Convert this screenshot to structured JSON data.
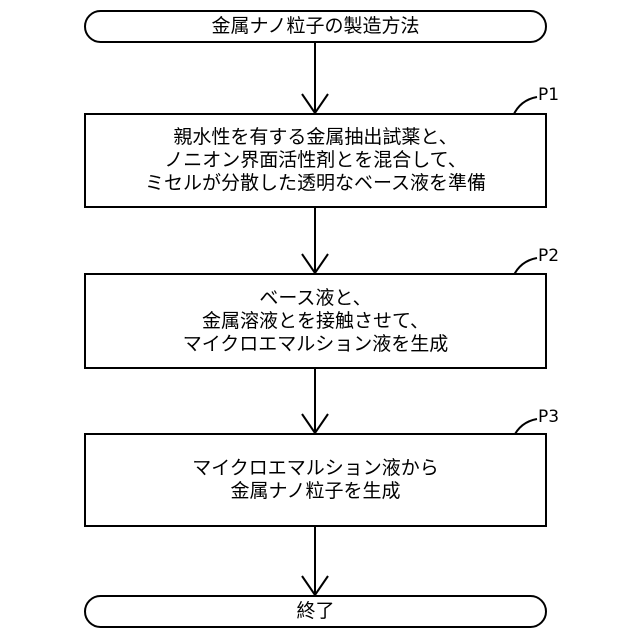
{
  "start": {
    "label": "金属ナノ粒子の製造方法"
  },
  "steps": [
    {
      "id": "P1",
      "lines": [
        "親水性を有する金属抽出試薬と、",
        "ノニオン界面活性剤とを混合して、",
        "ミセルが分散した透明なベース液を準備"
      ]
    },
    {
      "id": "P2",
      "lines": [
        "ベース液と、",
        "金属溶液とを接触させて、",
        "マイクロエマルション液を生成"
      ]
    },
    {
      "id": "P3",
      "lines": [
        "マイクロエマルション液から",
        "金属ナノ粒子を生成"
      ]
    }
  ],
  "end": {
    "label": "終了"
  }
}
